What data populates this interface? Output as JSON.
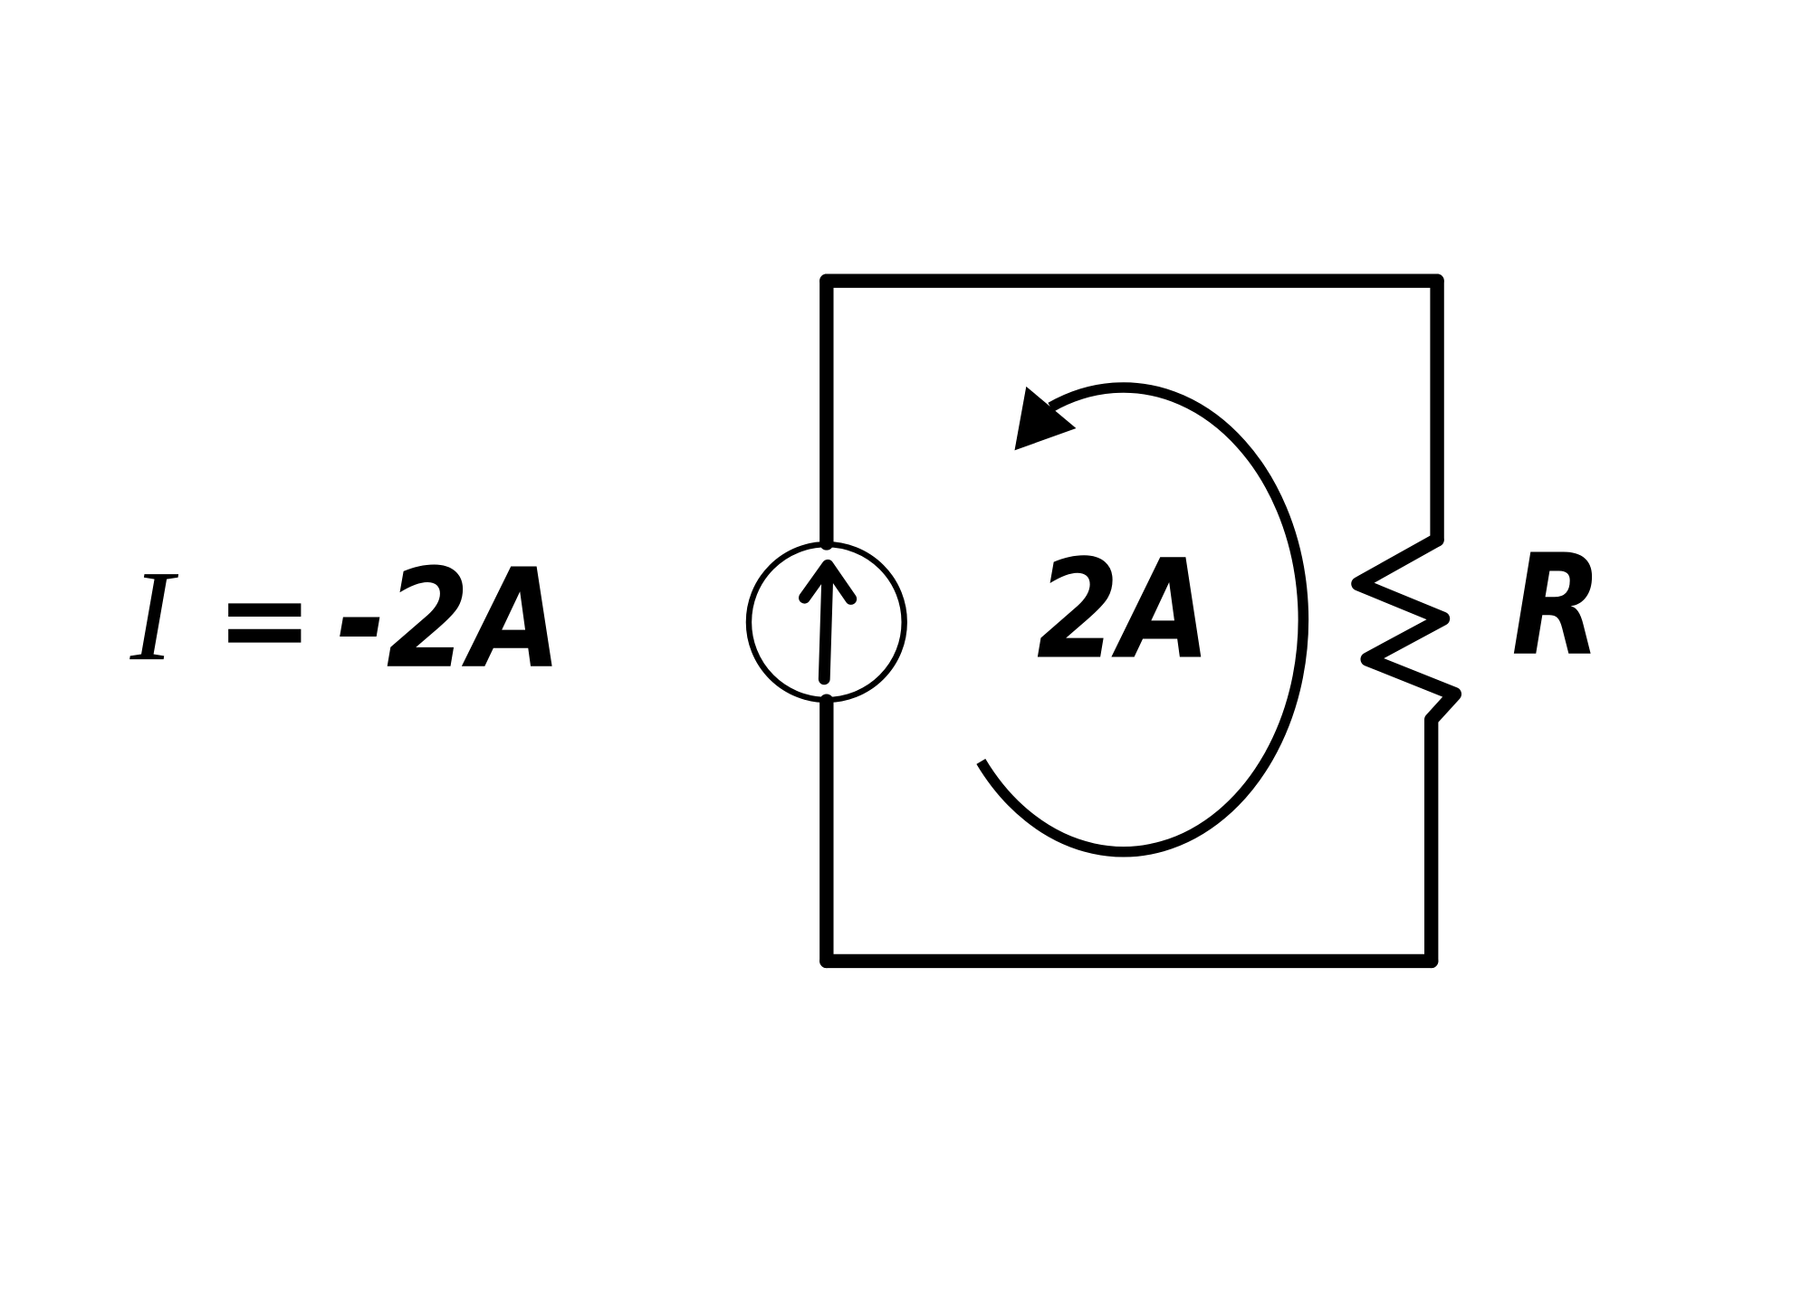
{
  "equation": {
    "variable": "I",
    "equals": "=",
    "value": "-2A"
  },
  "loop_current": "2A",
  "resistor_label": "R",
  "colors": {
    "stroke": "#000000",
    "background": "#ffffff"
  }
}
